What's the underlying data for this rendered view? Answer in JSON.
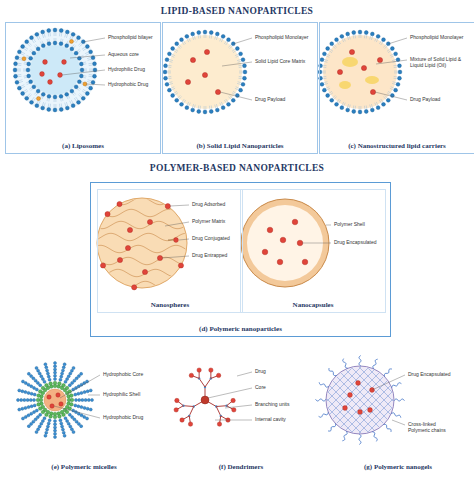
{
  "diagram": {
    "title": "LIPID-BASED NANOPARTICLES",
    "nodes": [
      {
        "text": [
          "(a) Liposomes"
        ]
      },
      {
        "text": [
          "(b) Solid Lipid Nanoparticles"
        ]
      },
      {
        "text": [
          "(c) Nanostructured lipid carriers"
        ]
      },
      {
        "text": [
          "(d) Polymeric nanoparticles"
        ]
      },
      {
        "text": [
          "Nanospheres"
        ],
        "in": 3
      },
      {
        "text": [
          "Nanocapsules"
        ],
        "in": 3
      },
      {
        "text": [
          "(e) Polymeric micelles"
        ]
      },
      {
        "text": [
          "(f) Dendrimers"
        ]
      },
      {
        "text": [
          "(g) Polymeric nanogels"
        ]
      }
    ],
    "labels": [
      "POLYMER-BASED NANOPARTICLES",
      "Phospholipid bilayer",
      "Aqueous core",
      "Hydrophilic Drug",
      "Hydrophobic Drug",
      "Phospholipid Monolayer",
      "Solid Lipid Core Matrix",
      "Drug Payload",
      "Phospholipid Monolayer",
      "Mixture of Solid Lipid & Liquid Lipid (Oil)",
      "Drug Payload",
      "Drug Adsorbed",
      "Polymer Matrix",
      "Drug Conjugated",
      "Drug Entrapped",
      "Polymer Shell",
      "Drug Encapsulated",
      "Hydrophobic Core",
      "Hydrophilic Shell",
      "Hydrophobic Drug",
      "Drug",
      "Core",
      "Branching units",
      "Internal cavity",
      "Drug Encapsulated",
      "Cross-linked Polymeric chains"
    ]
  }
}
